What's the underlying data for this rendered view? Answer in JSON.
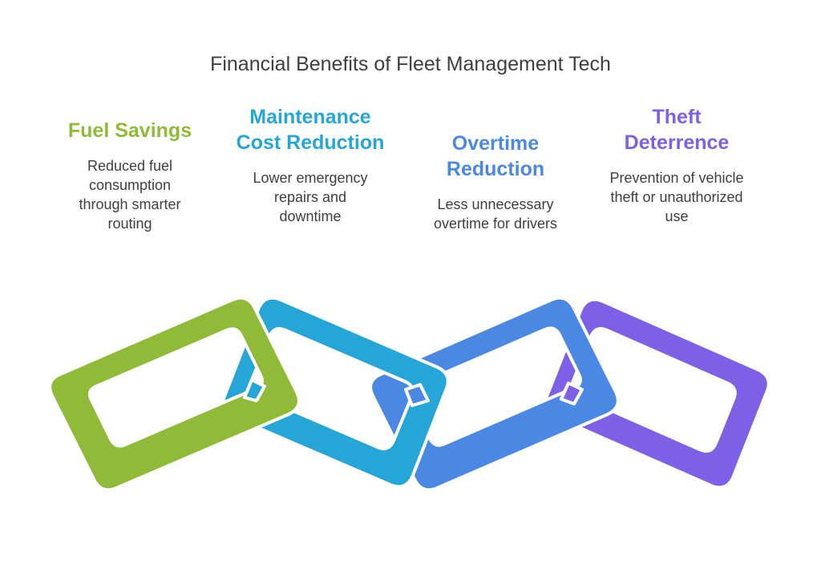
{
  "title": "Financial Benefits of Fleet Management Tech",
  "benefits": [
    {
      "heading_lines": [
        "Fuel Savings"
      ],
      "description_lines": [
        "Reduced fuel",
        "consumption",
        "through smarter",
        "routing"
      ],
      "color": "#8fbb38"
    },
    {
      "heading_lines": [
        "Maintenance",
        "Cost Reduction"
      ],
      "description_lines": [
        "Lower emergency",
        "repairs and",
        "downtime"
      ],
      "color": "#25a6d6"
    },
    {
      "heading_lines": [
        "Overtime",
        "Reduction"
      ],
      "description_lines": [
        "Less unnecessary",
        "overtime for drivers"
      ],
      "color": "#4a88e3"
    },
    {
      "heading_lines": [
        "Theft",
        "Deterrence"
      ],
      "description_lines": [
        "Prevention of vehicle",
        "theft or unauthorized",
        "use"
      ],
      "color": "#7e60e7"
    }
  ]
}
